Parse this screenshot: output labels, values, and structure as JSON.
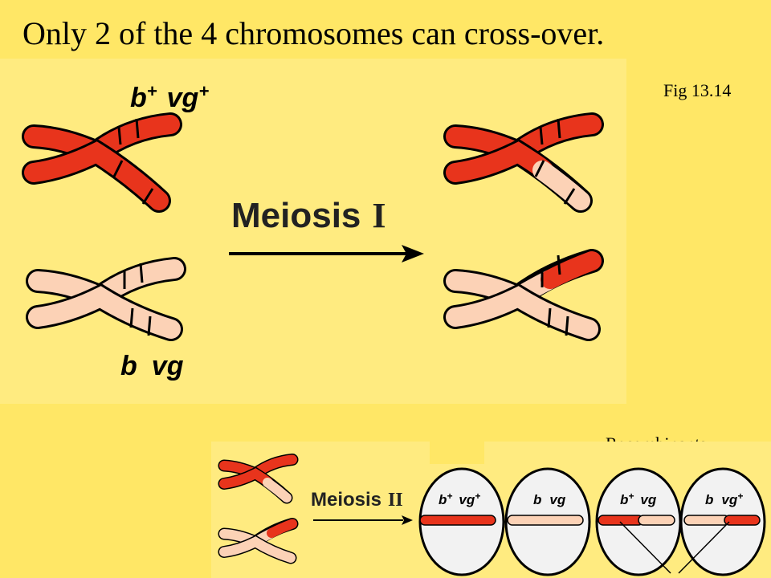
{
  "title": "Only 2 of the 4 chromosomes can cross-over.",
  "fig_label": "Fig 13.14",
  "recombinants_label": "Recombinants",
  "main": {
    "top_allele_b": "b",
    "top_allele_b_sup": "+",
    "top_allele_vg": "vg",
    "top_allele_vg_sup": "+",
    "bottom_allele_b": "b",
    "bottom_allele_vg": "vg",
    "step_label": "Meiosis",
    "step_numeral": "I"
  },
  "bottom": {
    "step_label": "Meiosis",
    "step_numeral": "II",
    "gametes": [
      {
        "b": "b",
        "b_sup": "+",
        "vg": "vg",
        "vg_sup": "+"
      },
      {
        "b": "b",
        "b_sup": "",
        "vg": "vg",
        "vg_sup": ""
      },
      {
        "b": "b",
        "b_sup": "+",
        "vg": "vg",
        "vg_sup": ""
      },
      {
        "b": "b",
        "b_sup": "",
        "vg": "vg",
        "vg_sup": "+"
      }
    ]
  },
  "colors": {
    "background": "#ffe766",
    "panel": "#ffeb80",
    "red": "#e8341c",
    "pale": "#fcd2b6",
    "outline": "#000000"
  }
}
